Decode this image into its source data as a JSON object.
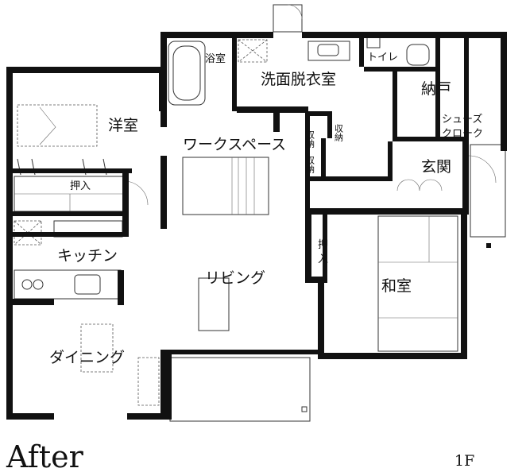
{
  "title": "After",
  "floor": "1F",
  "rooms": {
    "bath": "浴室",
    "washroom": "洗面脱衣室",
    "toilet": "トイレ",
    "storeroom": "納戸",
    "shoe_closet_1": "シューズ",
    "shoe_closet_2": "クローク",
    "western_room": "洋室",
    "workspace": "ワークスペース",
    "storage_1": "収納",
    "storage_2": "収納",
    "storage_3": "収納",
    "entrance": "玄関",
    "closet_west": "押入",
    "closet_east_1": "押",
    "closet_east_2": "入",
    "kitchen": "キッチン",
    "living": "リビング",
    "japanese_room": "和室",
    "dining": "ダイニング"
  }
}
